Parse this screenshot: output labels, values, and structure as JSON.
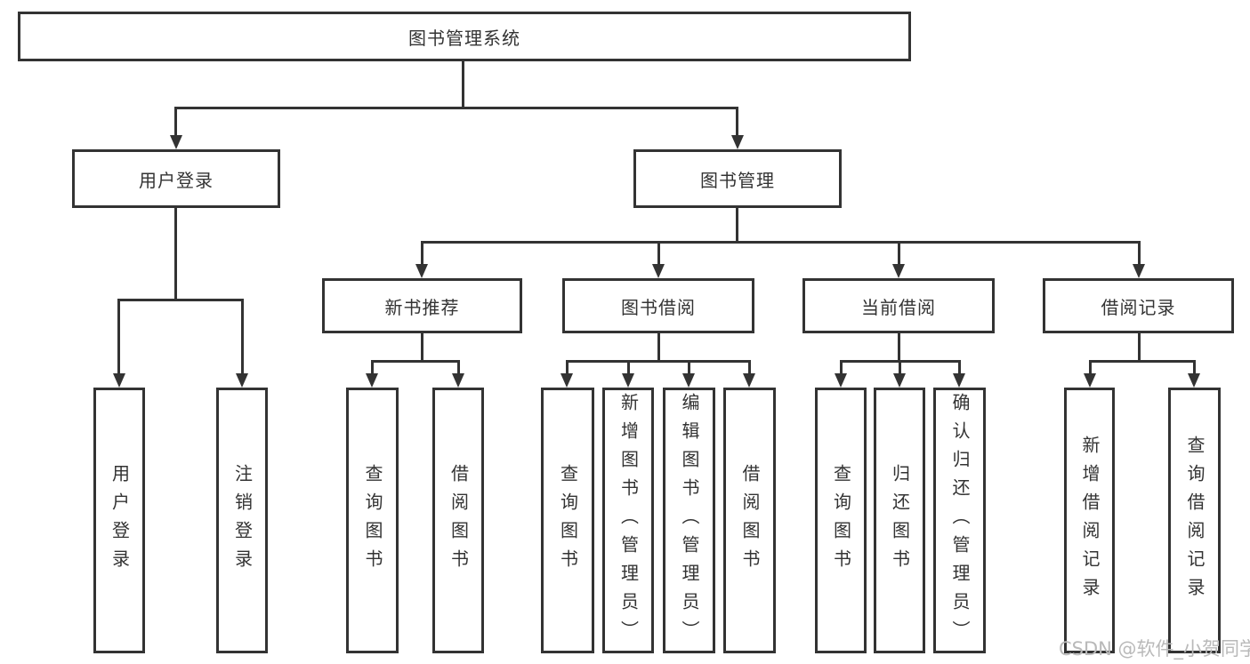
{
  "tree": {
    "label": "图书管理系统",
    "children": [
      {
        "label": "用户登录",
        "children": [
          {
            "label": "用户登录"
          },
          {
            "label": "注销登录"
          }
        ]
      },
      {
        "label": "图书管理",
        "children": [
          {
            "label": "新书推荐",
            "children": [
              {
                "label": "查询图书"
              },
              {
                "label": "借阅图书"
              }
            ]
          },
          {
            "label": "图书借阅",
            "children": [
              {
                "label": "查询图书"
              },
              {
                "label": "新增图书（管理员）"
              },
              {
                "label": "编辑图书（管理员）"
              },
              {
                "label": "借阅图书"
              }
            ]
          },
          {
            "label": "当前借阅",
            "children": [
              {
                "label": "查询图书"
              },
              {
                "label": "归还图书"
              },
              {
                "label": "确认归还（管理员）"
              }
            ]
          },
          {
            "label": "借阅记录",
            "children": [
              {
                "label": "新增借阅记录"
              },
              {
                "label": "查询借阅记录"
              }
            ]
          }
        ]
      }
    ]
  },
  "watermark": {
    "text": "CSDN @软件_小贺同学"
  },
  "colors": {
    "line": "#333333",
    "border": "#333333",
    "text": "#333333",
    "background": "#ffffff",
    "watermark": "#b9b9b9"
  }
}
